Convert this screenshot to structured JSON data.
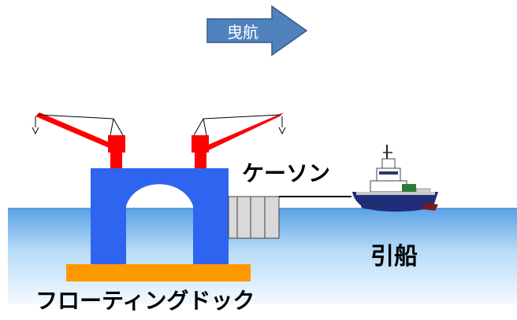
{
  "labels": {
    "direction": "曳航",
    "caisson": "ケーソン",
    "tugboat": "引船",
    "floating_dock": "フローティングドック"
  },
  "colors": {
    "arrow": "#4f81bd",
    "arrow_border": "#385d8a",
    "sea_top": "#5ca4e8",
    "sea_bottom": "#f2f9fe",
    "dock": "#2f64f0",
    "dock_base": "#ff9900",
    "crane": "#ff0000",
    "caisson": "#d9d9d9",
    "tug_hull": "#1f2d7a"
  }
}
